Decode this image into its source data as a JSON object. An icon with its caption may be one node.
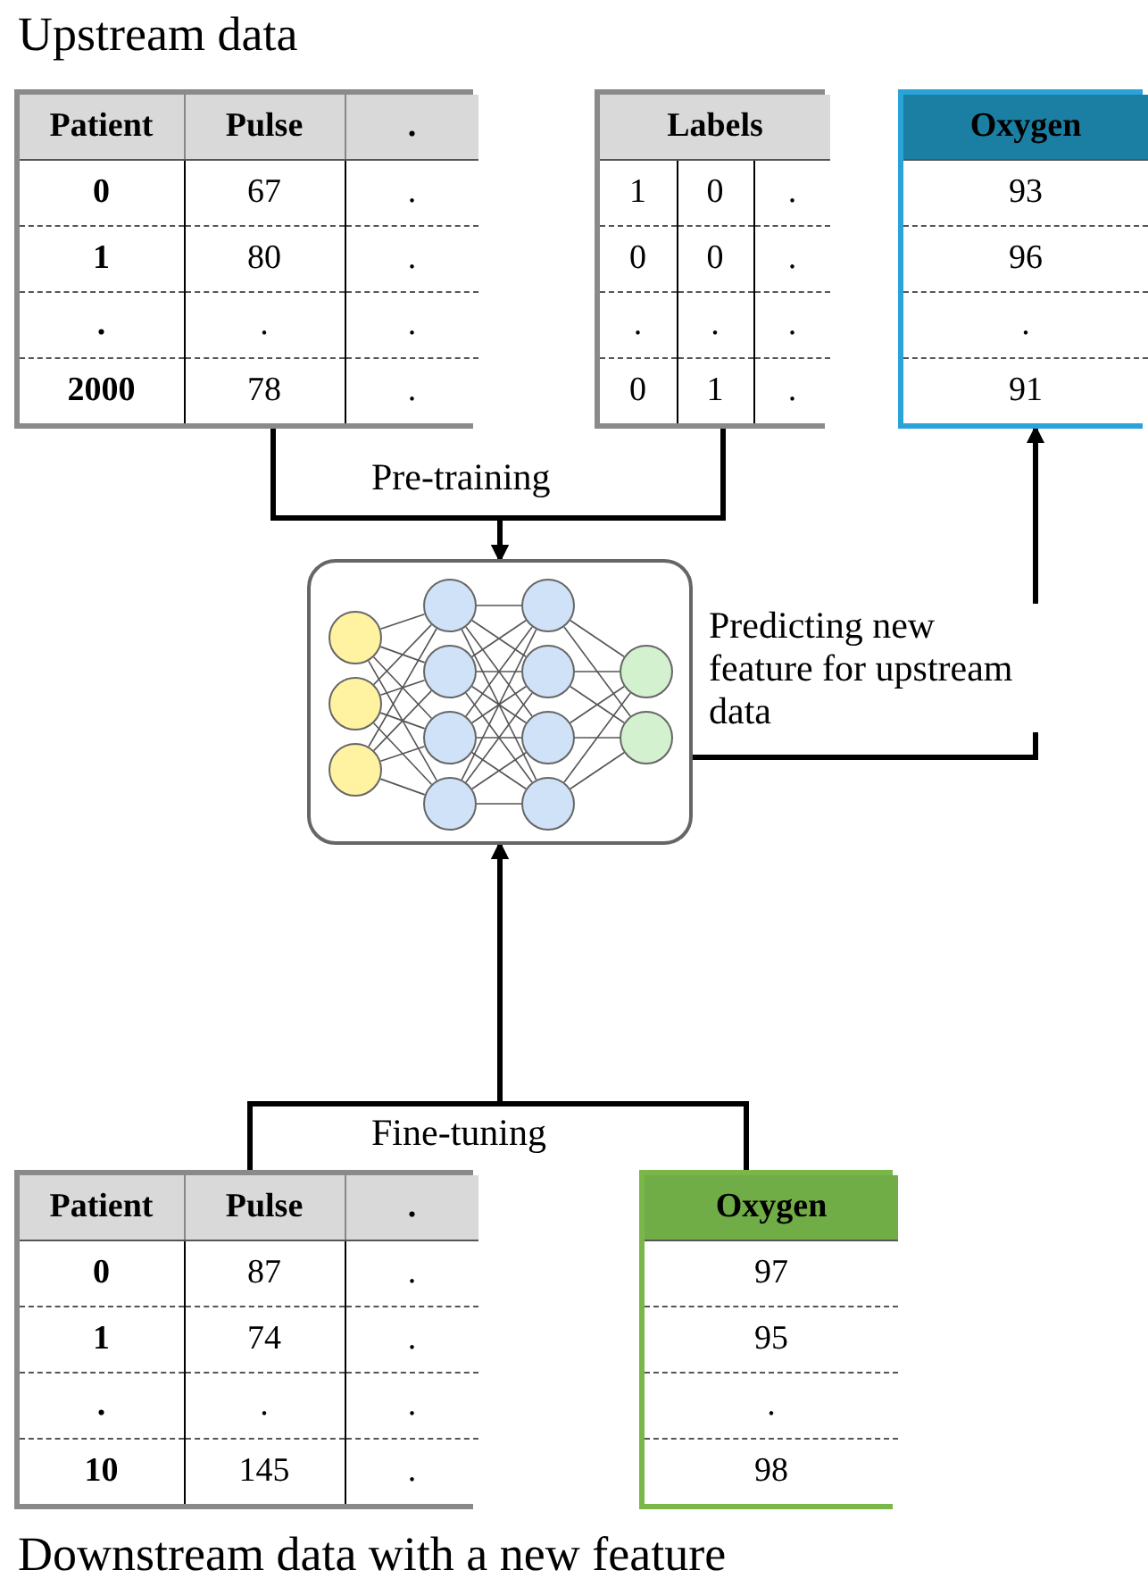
{
  "diagram": {
    "title": "Upstream data",
    "caption": "Downstream data with a new feature",
    "nodes": [
      {
        "text": [
          "Patient",
          "Pulse",
          ".",
          "0",
          "67",
          ".",
          "1",
          "80",
          ".",
          ".",
          ".",
          ".",
          "2000",
          "78",
          "."
        ]
      },
      {
        "text": [
          "Labels",
          "1",
          "0",
          ".",
          "0",
          "0",
          ".",
          ".",
          ".",
          ".",
          "0",
          "1",
          "."
        ]
      },
      {
        "text": [
          "Oxygen",
          "93",
          "96",
          ".",
          "91"
        ]
      },
      {
        "text": [],
        "shape": "box"
      },
      {
        "text": [],
        "shape": "circle",
        "in": 3
      },
      {
        "text": [],
        "shape": "circle",
        "in": 3
      },
      {
        "text": [],
        "shape": "circle",
        "in": 3
      },
      {
        "text": [],
        "shape": "circle",
        "in": 3
      },
      {
        "text": [],
        "shape": "circle",
        "in": 3
      },
      {
        "text": [],
        "shape": "circle",
        "in": 3
      },
      {
        "text": [],
        "shape": "circle",
        "in": 3
      },
      {
        "text": [],
        "shape": "circle",
        "in": 3
      },
      {
        "text": [],
        "shape": "circle",
        "in": 3
      },
      {
        "text": [],
        "shape": "circle",
        "in": 3
      },
      {
        "text": [],
        "shape": "circle",
        "in": 3
      },
      {
        "text": [],
        "shape": "circle",
        "in": 3
      },
      {
        "text": [],
        "shape": "circle",
        "in": 3
      },
      {
        "text": [
          "Patient",
          "Pulse",
          ".",
          "0",
          "87",
          ".",
          "1",
          "74",
          ".",
          ".",
          ".",
          ".",
          "10",
          "145",
          "."
        ]
      },
      {
        "text": [
          "Oxygen",
          "97",
          "95",
          ".",
          "98"
        ]
      }
    ],
    "edges": [
      {
        "from": 0,
        "to": 3,
        "arrow": "to",
        "label": "Pre-training",
        "style": "thick"
      },
      {
        "from": 1,
        "to": 3,
        "arrow": "to",
        "style": "thick"
      },
      {
        "from": 3,
        "to": 2,
        "arrow": "to",
        "label": "Predicting new feature for upstream data",
        "style": "thick"
      },
      {
        "from": 17,
        "to": 3,
        "arrow": "to",
        "label": "Fine-tuning",
        "style": "thick"
      },
      {
        "from": 18,
        "to": 3,
        "arrow": "to",
        "style": "thick"
      },
      {
        "from": 4,
        "to": 7,
        "arrow": "none"
      },
      {
        "from": 4,
        "to": 8,
        "arrow": "none"
      },
      {
        "from": 4,
        "to": 9,
        "arrow": "none"
      },
      {
        "from": 4,
        "to": 10,
        "arrow": "none"
      },
      {
        "from": 5,
        "to": 7,
        "arrow": "none"
      },
      {
        "from": 5,
        "to": 8,
        "arrow": "none"
      },
      {
        "from": 5,
        "to": 9,
        "arrow": "none"
      },
      {
        "from": 5,
        "to": 10,
        "arrow": "none"
      },
      {
        "from": 6,
        "to": 7,
        "arrow": "none"
      },
      {
        "from": 6,
        "to": 8,
        "arrow": "none"
      },
      {
        "from": 6,
        "to": 9,
        "arrow": "none"
      },
      {
        "from": 6,
        "to": 10,
        "arrow": "none"
      },
      {
        "from": 7,
        "to": 11,
        "arrow": "none"
      },
      {
        "from": 7,
        "to": 12,
        "arrow": "none"
      },
      {
        "from": 7,
        "to": 13,
        "arrow": "none"
      },
      {
        "from": 7,
        "to": 14,
        "arrow": "none"
      },
      {
        "from": 8,
        "to": 11,
        "arrow": "none"
      },
      {
        "from": 8,
        "to": 12,
        "arrow": "none"
      },
      {
        "from": 8,
        "to": 13,
        "arrow": "none"
      },
      {
        "from": 8,
        "to": 14,
        "arrow": "none"
      },
      {
        "from": 9,
        "to": 11,
        "arrow": "none"
      },
      {
        "from": 9,
        "to": 12,
        "arrow": "none"
      },
      {
        "from": 9,
        "to": 13,
        "arrow": "none"
      },
      {
        "from": 9,
        "to": 14,
        "arrow": "none"
      },
      {
        "from": 10,
        "to": 11,
        "arrow": "none"
      },
      {
        "from": 10,
        "to": 12,
        "arrow": "none"
      },
      {
        "from": 10,
        "to": 13,
        "arrow": "none"
      },
      {
        "from": 10,
        "to": 14,
        "arrow": "none"
      },
      {
        "from": 11,
        "to": 15,
        "arrow": "none"
      },
      {
        "from": 11,
        "to": 16,
        "arrow": "none"
      },
      {
        "from": 12,
        "to": 15,
        "arrow": "none"
      },
      {
        "from": 12,
        "to": 16,
        "arrow": "none"
      },
      {
        "from": 13,
        "to": 15,
        "arrow": "none"
      },
      {
        "from": 13,
        "to": 16,
        "arrow": "none"
      },
      {
        "from": 14,
        "to": 15,
        "arrow": "none"
      },
      {
        "from": 14,
        "to": 16,
        "arrow": "none"
      }
    ]
  }
}
